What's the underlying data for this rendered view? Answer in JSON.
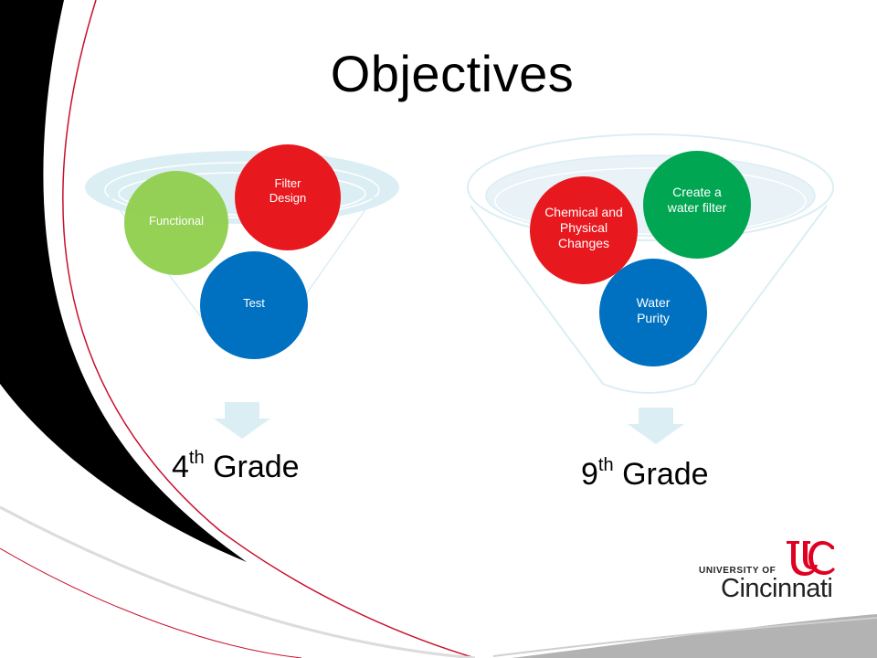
{
  "slide": {
    "title": "Objectives",
    "left_diagram": {
      "circles": [
        {
          "label": "Filter Design",
          "color": "#e8181f"
        },
        {
          "label": "Functional",
          "color": "#92d050"
        },
        {
          "label": "Test",
          "color": "#0070c0"
        }
      ],
      "grade_number": "4",
      "grade_sup": "th",
      "grade_word": "Grade"
    },
    "right_diagram": {
      "circles": [
        {
          "label": "Chemical and Physical Changes",
          "color": "#e8181f"
        },
        {
          "label": "Create a water filter",
          "color": "#00a651"
        },
        {
          "label": "Water Purity",
          "color": "#0070c0"
        }
      ],
      "grade_number": "9",
      "grade_sup": "th",
      "grade_word": "Grade"
    },
    "arrow_color": "#dbeef4",
    "funnel_color": "#dbeef4",
    "logo": {
      "line1": "UNIVERSITY OF",
      "line2": "Cincinnati",
      "monogram": "UC",
      "color": "#e00122"
    }
  }
}
